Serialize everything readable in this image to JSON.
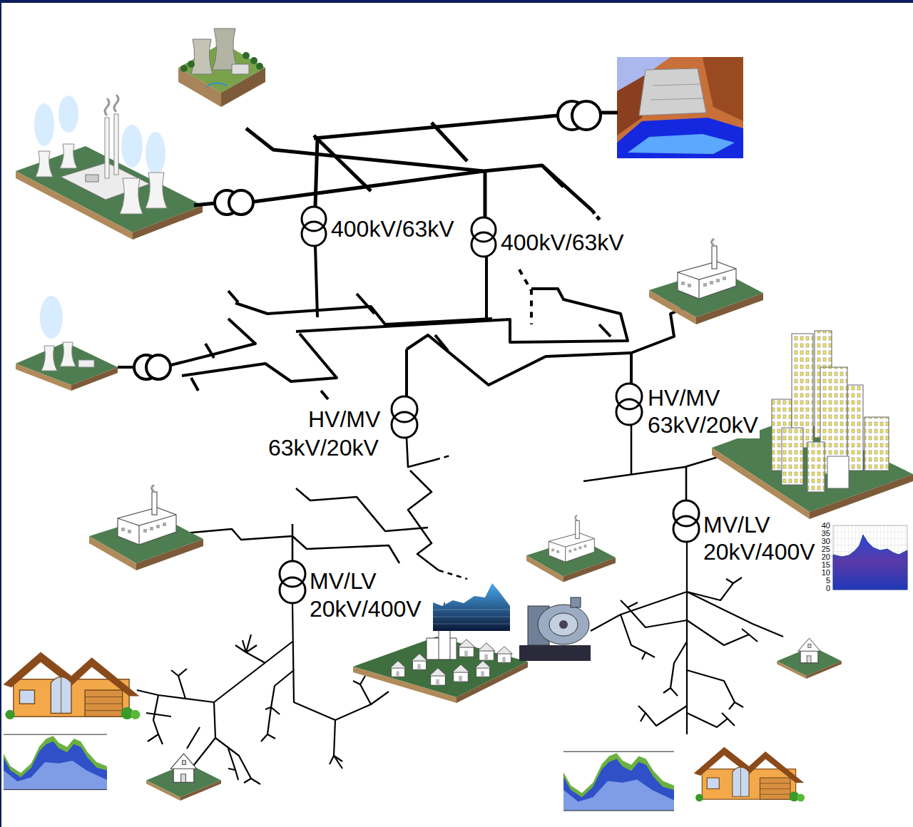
{
  "diagram": {
    "labels": [
      "400kV/63kV",
      "400kV/63kV",
      "HV/MV",
      "63kV/20kV",
      "HV/MV",
      "63kV/20kV",
      "MV/LV",
      "20kV/400V",
      "MV/LV",
      "20kV/400V",
      "40",
      "35",
      "30",
      "25",
      "20",
      "15",
      "10",
      "5",
      "0"
    ]
  }
}
